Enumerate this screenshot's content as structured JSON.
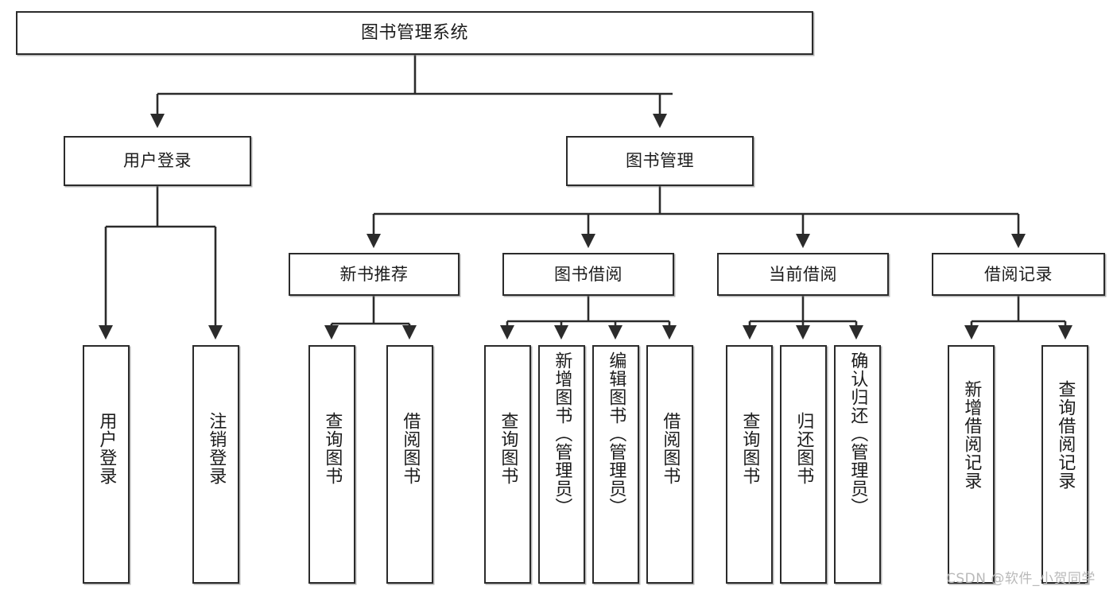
{
  "diagram": {
    "title": "图书管理系统",
    "type": "tree-hierarchy-chart",
    "root": {
      "label": "图书管理系统"
    },
    "level1": [
      {
        "label": "用户登录"
      },
      {
        "label": "图书管理"
      }
    ],
    "level2": [
      {
        "label": "新书推荐"
      },
      {
        "label": "图书借阅"
      },
      {
        "label": "当前借阅"
      },
      {
        "label": "借阅记录"
      }
    ],
    "leaves": {
      "user_login": [
        {
          "label": "用户登录"
        },
        {
          "label": "注销登录"
        }
      ],
      "new_book_rec": [
        {
          "label": "查询图书"
        },
        {
          "label": "借阅图书"
        }
      ],
      "book_borrow": [
        {
          "label": "查询图书"
        },
        {
          "label": "新增图书（管理员）"
        },
        {
          "label": "编辑图书（管理员）"
        },
        {
          "label": "借阅图书"
        }
      ],
      "current_borrow": [
        {
          "label": "查询图书"
        },
        {
          "label": "归还图书"
        },
        {
          "label": "确认归还（管理员）"
        }
      ],
      "borrow_record": [
        {
          "label": "新增借阅记录"
        },
        {
          "label": "查询借阅记录"
        }
      ]
    }
  },
  "watermark": {
    "text": "CSDN @软件_小贺同学"
  },
  "colors": {
    "stroke": "#2b2b2b",
    "fill": "#ffffff",
    "text": "#1c1c1c",
    "watermark": "#b9b9b9"
  }
}
